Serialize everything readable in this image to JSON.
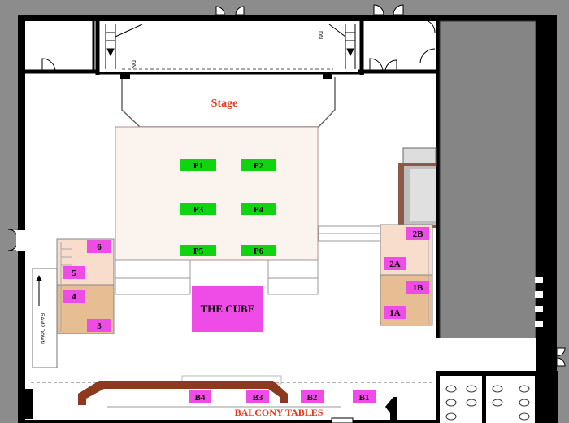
{
  "title": "Stage",
  "stairs": {
    "left": "DN",
    "right": "DN"
  },
  "ramp": "RAMP DOWN",
  "center": "THE CUBE",
  "balcony": "BALCONY TABLES",
  "platforms": [
    "P1",
    "P2",
    "P3",
    "P4",
    "P5",
    "P6"
  ],
  "left_tables": [
    "6",
    "5",
    "4",
    "3"
  ],
  "right_tables": [
    "2B",
    "2A",
    "1B",
    "1A"
  ],
  "balcony_tables": [
    "B4",
    "B3",
    "B2",
    "B1"
  ],
  "colors": {
    "background": "#8c8c8c",
    "floor": "#ffffff",
    "wall": "#000000",
    "dance_floor": "#faf3ee",
    "platform": "#11d411",
    "table": "#ef4be6",
    "label_red": "#e8371a",
    "booth_light": "#f8dccc",
    "booth_dark": "#e7bd93",
    "bar": "#8b3a1e",
    "annex": "#858585"
  }
}
